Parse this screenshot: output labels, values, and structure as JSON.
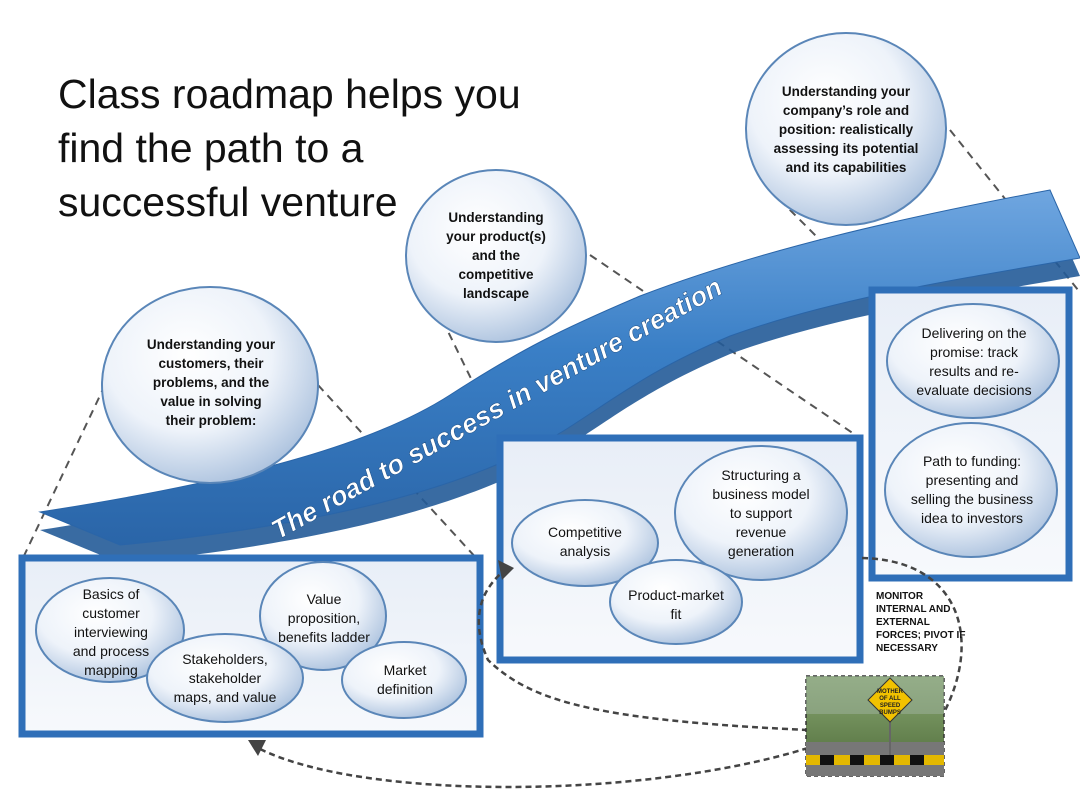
{
  "title": "Class roadmap helps you find the path to a successful venture",
  "road_label": "The road to success in venture creation",
  "top_bubbles": {
    "customers": "Understanding your customers, their problems, and the value in solving their problem:",
    "products": "Understanding your product(s) and the competitive landscape",
    "company": "Understanding your company’s role and position: realistically assessing its potential and its capabilities"
  },
  "box_customers": {
    "items": [
      "Basics of customer interviewing and process mapping",
      "Value proposition, benefits ladder",
      "Stakeholders, stakeholder maps, and value",
      "Market definition"
    ]
  },
  "box_products": {
    "items": [
      "Competitive analysis",
      "Structuring a business model to support revenue generation",
      "Product-market fit"
    ]
  },
  "box_company": {
    "items": [
      "Delivering on the promise: track results and re-evaluate decisions",
      "Path to funding: presenting and selling the business idea to investors"
    ]
  },
  "monitor_note": "MONITOR INTERNAL AND EXTERNAL FORCES; PIVOT IF NECESSARY",
  "sign_text": "MOTHER OF ALL SPEED BUMPS",
  "colors": {
    "road": "#3a7fc6",
    "bubble_edge": "#5a86b8",
    "box_edge": "#2f6fb8"
  }
}
